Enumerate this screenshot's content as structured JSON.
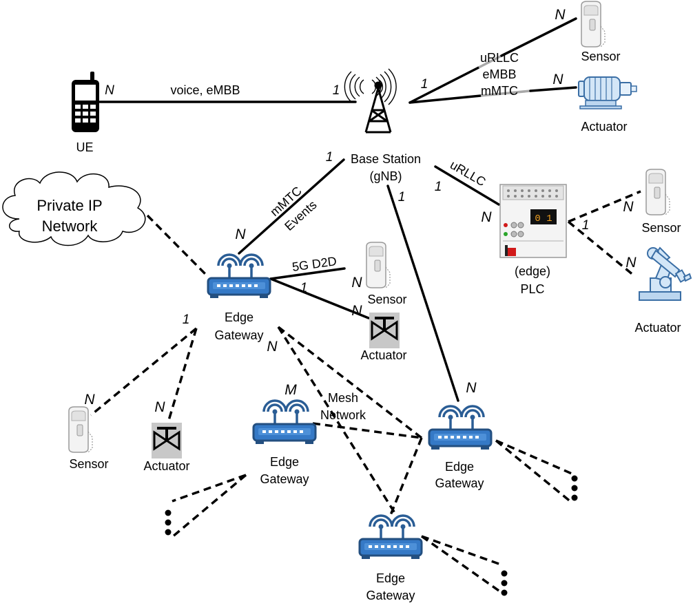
{
  "nodes": {
    "ue": "UE",
    "base_station": [
      "Base Station",
      "(gNB)"
    ],
    "sensor_top": "Sensor",
    "actuator_top": "Actuator",
    "cloud": [
      "Private IP",
      "Network"
    ],
    "plc": [
      "(edge)",
      "PLC"
    ],
    "plc_display": "0 1",
    "sensor_plc": "Sensor",
    "actuator_plc": "Actuator",
    "gateway_main": [
      "Edge",
      "Gateway"
    ],
    "sensor_d2d": "Sensor",
    "actuator_d2d": "Actuator",
    "sensor_left": "Sensor",
    "actuator_left": "Actuator",
    "gateway_mid": [
      "Edge",
      "Gateway"
    ],
    "gateway_right": [
      "Edge",
      "Gateway"
    ],
    "gateway_bottom": [
      "Edge",
      "Gateway"
    ]
  },
  "links": {
    "ue_bs": "voice, eMBB",
    "bs_devices": [
      "uRLLC",
      "eMBB",
      "mMTC"
    ],
    "bs_plc": "uRLLC",
    "bs_gateway_1": "mMTC",
    "bs_gateway_2": "Events",
    "d2d": "5G D2D",
    "mesh": [
      "Mesh",
      "Network"
    ]
  },
  "cardinality": {
    "ue": "N",
    "bs_ue": "1",
    "bs_devices": "1",
    "sensor_top": "N",
    "actuator_top": "N",
    "bs_gateway": "1",
    "gateway_bs": "N",
    "bs_plc": "1",
    "plc_bs": "N",
    "bs_gw_right": "1",
    "plc_devices": "1",
    "sensor_plc": "N",
    "actuator_plc": "N",
    "gw_d2d": "1",
    "sensor_d2d": "N",
    "actuator_d2d": "N",
    "gw_left": "1",
    "sensor_left": "N",
    "actuator_left": "N",
    "gw_mesh": "N",
    "gw_mid": "M",
    "gw_right": "N"
  },
  "colors": {
    "device_blue": "#1f72c4",
    "device_light": "#e6f1fb",
    "actuator_blue": "#cfe3f5",
    "valve_bg": "#c8c8c8",
    "plc_red": "#d11a1a"
  },
  "icons": [
    "phone-icon",
    "antenna-icon",
    "sensor-icon",
    "actuator-icon",
    "cloud-icon",
    "plc-icon",
    "router-icon",
    "valve-icon",
    "robot-arm-icon"
  ]
}
